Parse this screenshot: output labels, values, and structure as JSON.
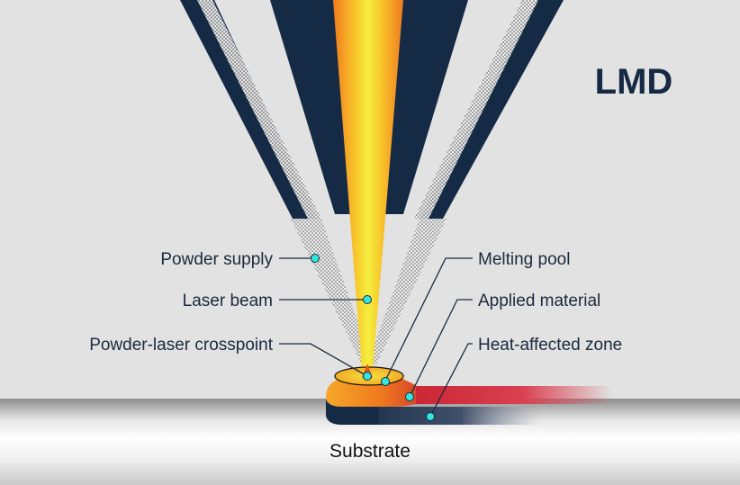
{
  "title": "LMD",
  "labels": {
    "powder_supply": "Powder supply",
    "laser_beam": "Laser beam",
    "crosspoint": "Powder-laser crosspoint",
    "melting_pool": "Melting pool",
    "applied_material": "Applied material",
    "heat_affected_zone": "Heat-affected zone",
    "substrate": "Substrate"
  },
  "colors": {
    "background": "#e2e2e2",
    "nozzle": "#152a45",
    "marker": "#2fe6e0",
    "heat_zone": "#c8202e",
    "beam_core": "#f5ea3a",
    "beam_edge": "#f07a1e"
  }
}
